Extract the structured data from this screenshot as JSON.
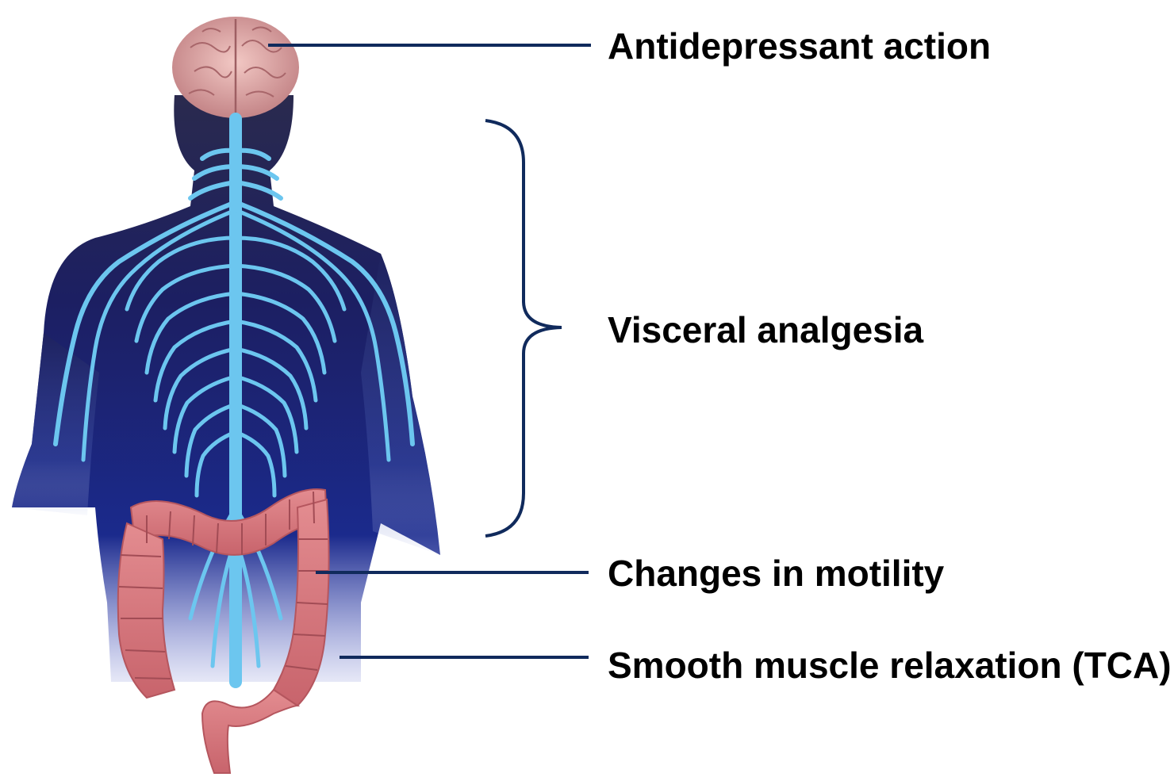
{
  "labels": {
    "antidepressant": "Antidepressant action",
    "visceral": "Visceral analgesia",
    "motility": "Changes in motility",
    "smooth_muscle": "Smooth muscle relaxation (TCA)"
  },
  "colors": {
    "leader_line": "#102a5c",
    "body_silhouette": "#1a1f5e",
    "nerves": "#6cc6ef",
    "brain": "#d9a0a0",
    "colon": "#d4737a",
    "label_text": "#000000"
  },
  "icons": {
    "body": "human-torso-nervous-system",
    "brain": "brain",
    "colon": "large-intestine"
  }
}
